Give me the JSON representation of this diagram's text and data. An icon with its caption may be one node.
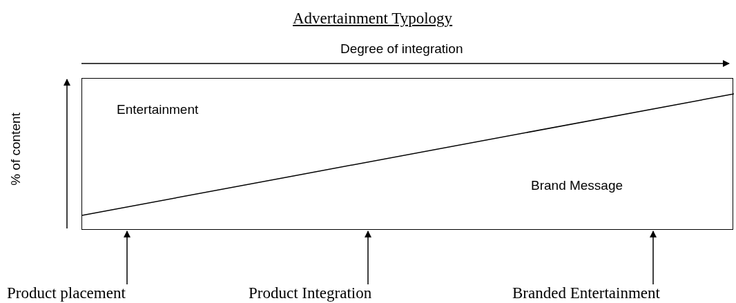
{
  "diagram": {
    "title": "Advertainment Typology",
    "nodes": [
      {
        "text": [
          "Entertainment",
          "Brand Message"
        ]
      },
      {
        "text": [
          "Product placement"
        ]
      },
      {
        "text": [
          "Product Integration"
        ]
      },
      {
        "text": [
          "Branded Entertainment"
        ]
      }
    ],
    "edges": [
      {
        "from": 1,
        "to": 0,
        "arrow": "to"
      },
      {
        "from": 2,
        "to": 0,
        "arrow": "to"
      },
      {
        "from": 3,
        "to": 0,
        "arrow": "to"
      }
    ],
    "labels": [
      "Degree of integration",
      "% of content"
    ]
  }
}
